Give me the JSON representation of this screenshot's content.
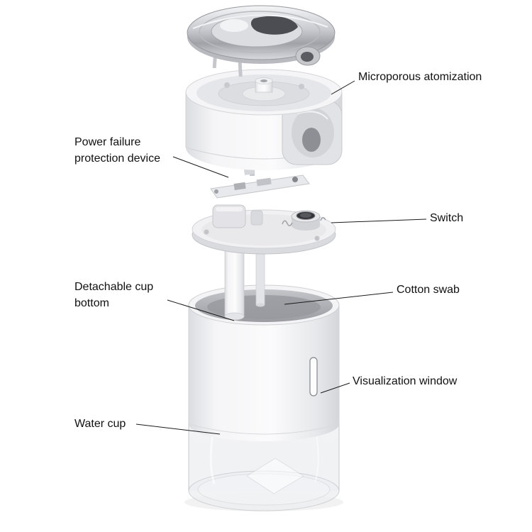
{
  "diagram": {
    "labels": {
      "microporous_atomization": "Microporous atomization",
      "power_failure_protection": "Power failure protection device",
      "switch": "Switch",
      "detachable_cup_bottom": "Detachable cup bottom",
      "cotton_swab": "Cotton swab",
      "visualization_window": "Visualization window",
      "water_cup": "Water cup"
    },
    "colors": {
      "background": "#ffffff",
      "label_text": "#111111",
      "leader_line": "#1b1b1b",
      "device_body": "#f2f2f4",
      "device_outline": "#cfd0d4",
      "device_interior": "#a8a9ae",
      "chrome_dark": "#54565c"
    }
  }
}
